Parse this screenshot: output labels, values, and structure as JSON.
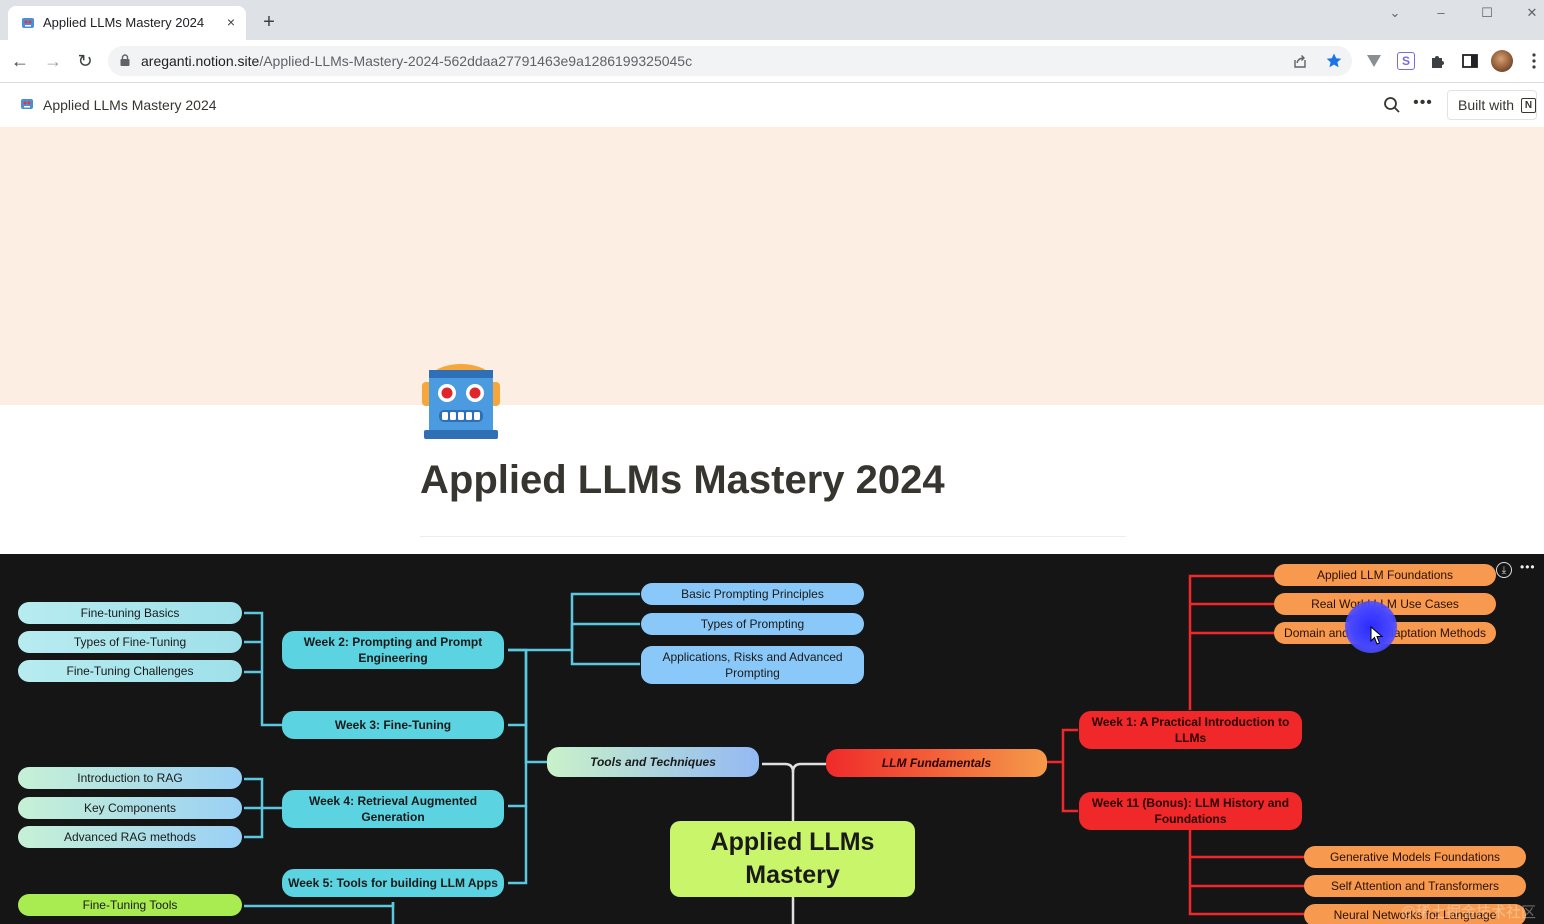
{
  "browser": {
    "tab_title": "Applied LLMs Mastery 2024",
    "tab_close": "×",
    "new_tab": "+",
    "url_host": "areganti.notion.site",
    "url_path": "/Applied-LLMs-Mastery-2024-562ddaa27791463e9a1286199325045c",
    "window_controls": {
      "dropdown": "⌄",
      "minimize": "–",
      "maximize": "☐",
      "close": "✕"
    },
    "nav": {
      "back": "←",
      "forward": "→",
      "reload": "↻"
    },
    "extensions": [
      "share-icon",
      "bookmark-star-icon",
      "vimium-icon",
      "extension-s-icon",
      "puzzle-icon",
      "sidepanel-icon",
      "profile-avatar",
      "menu-icon"
    ]
  },
  "notion_header": {
    "title": "Applied LLMs Mastery 2024",
    "more": "•••",
    "built_with": "Built with",
    "notion_logo": "N"
  },
  "page": {
    "title": "Applied LLMs Mastery 2024",
    "cover_color": "#fdeee3"
  },
  "mindmap": {
    "center": "Applied LLMs Mastery",
    "branches": {
      "tools": "Tools and Techniques",
      "fundamentals": "LLM Fundamentals"
    },
    "weeks": {
      "week1": "Week 1: A Practical Introduction to LLMs",
      "week2": "Week 2: Prompting and Prompt Engineering",
      "week3": "Week 3: Fine-Tuning",
      "week4": "Week 4: Retrieval Augmented Generation",
      "week5": "Week 5: Tools for building LLM Apps",
      "week11": "Week 11 (Bonus): LLM History and Foundations"
    },
    "leaves": {
      "finetuning_basics": "Fine-tuning Basics",
      "types_finetuning": "Types of Fine-Tuning",
      "finetuning_challenges": "Fine-Tuning  Challenges",
      "intro_rag": "Introduction to RAG",
      "key_components": "Key Components",
      "advanced_rag": "Advanced RAG methods",
      "finetuning_tools": "Fine-Tuning Tools",
      "basic_prompting": "Basic Prompting Principles",
      "types_prompting": "Types of Prompting",
      "apps_risks": "Applications, Risks and Advanced Prompting",
      "applied_foundations": "Applied LLM Foundations",
      "real_world": "Real World LLM Use Cases",
      "domain_task": "Domain and Task Adaptation Methods",
      "generative_models": "Generative Models Foundations",
      "self_attention": "Self Attention and Transformers",
      "neural_networks": "Neural Networks for Language"
    },
    "toolbar": {
      "download": "⤓",
      "more": "•••"
    },
    "watermark": "@稀土掘金技术社区"
  }
}
